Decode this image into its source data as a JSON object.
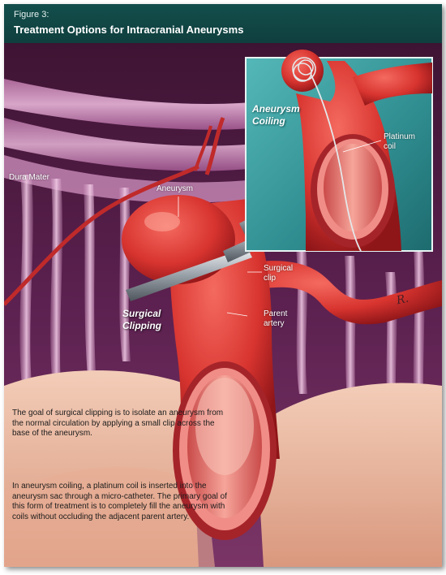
{
  "figure": {
    "number_label": "Figure 3:",
    "title": "Treatment Options for Intracranial Aneurysms"
  },
  "labels": {
    "dura_mater": "Dura Mater",
    "aneurysm": "Aneurysm",
    "surgical_clip_line1": "Surgical",
    "surgical_clip_line2": "clip",
    "parent_artery_line1": "Parent",
    "parent_artery_line2": "artery",
    "platinum_coil_line1": "Platinum",
    "platinum_coil_line2": "coil"
  },
  "techniques": {
    "coiling_line1": "Aneurysm",
    "coiling_line2": "Coiling",
    "clipping_line1": "Surgical",
    "clipping_line2": "Clipping"
  },
  "description": {
    "clipping_text": "The goal of surgical clipping is to isolate an aneurysm from the normal circulation by applying a small clip across the base of the aneurysm.",
    "coiling_text": "In aneurysm coiling, a platinum coil is inserted into the aneurysm sac through a micro-catheter. The primary goal of this form of treatment is to completely fill the aneurysm with coils without occluding the adjacent parent artery."
  },
  "colors": {
    "header_bg": "#134e4c",
    "artery_red": "#d8342f",
    "membrane_purple": "#6e2a5c",
    "tissue_peach": "#e9b7a0",
    "inset_teal": "#3aa0a2"
  },
  "icons": [
    "surgical-clip-illustration",
    "platinum-coil-illustration",
    "artist-signature"
  ]
}
